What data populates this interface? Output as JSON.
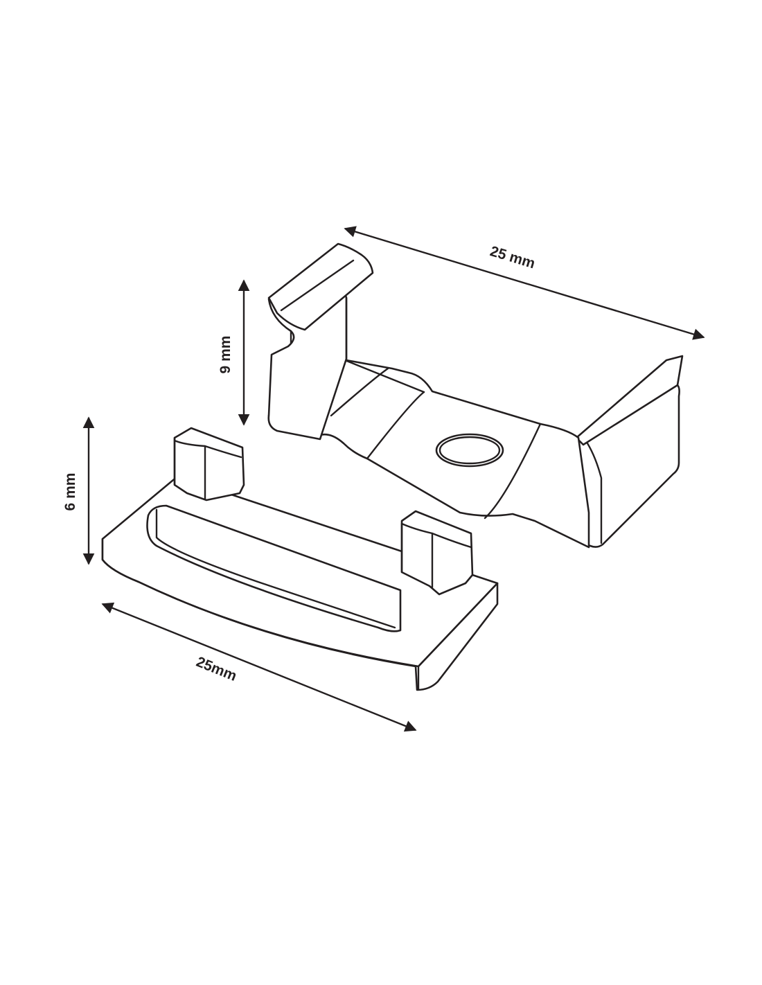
{
  "dimensions": {
    "clip_width": "25 mm",
    "clip_height": "9 mm",
    "cap_height": "6 mm",
    "cap_width": "25mm"
  },
  "colors": {
    "line": "#231f20",
    "background": "#ffffff"
  }
}
